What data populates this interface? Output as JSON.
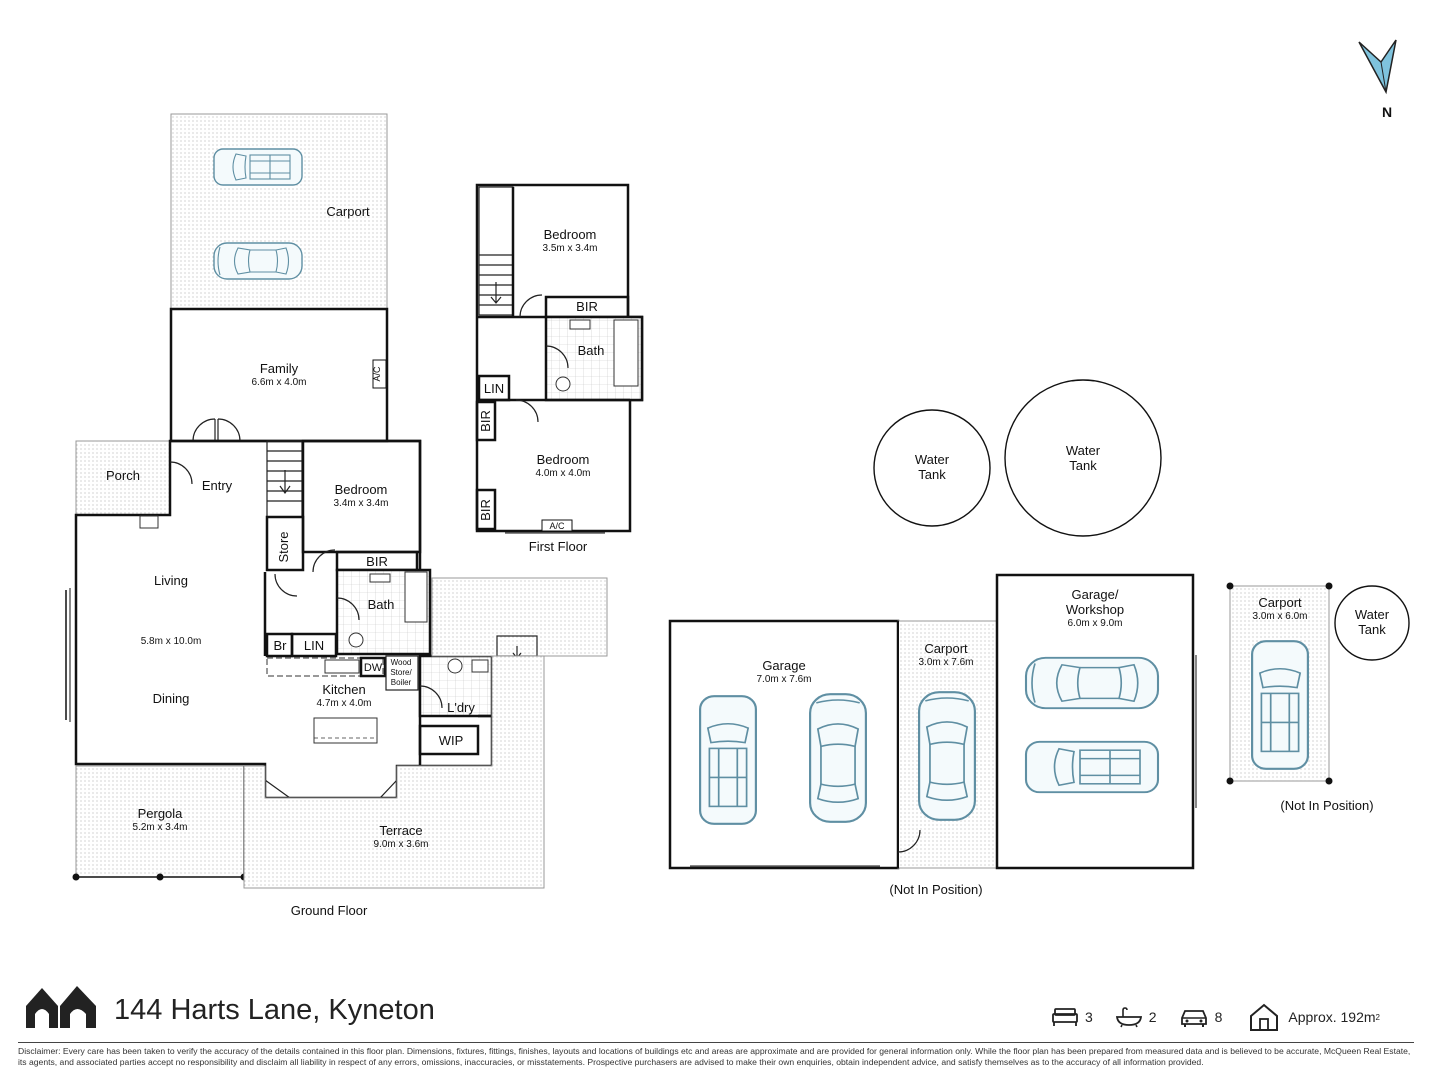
{
  "compass": {
    "label": "N"
  },
  "ground_floor": {
    "caption": "Ground Floor",
    "rooms": {
      "carport": "Carport",
      "family": {
        "name": "Family",
        "size": "6.6m x 4.0m"
      },
      "ac": "A/C",
      "porch": "Porch",
      "entry": "Entry",
      "living": "Living",
      "living_size": "5.8m x 10.0m",
      "dining": "Dining",
      "bedroom": {
        "name": "Bedroom",
        "size": "3.4m x 3.4m"
      },
      "store": "Store",
      "bir": "BIR",
      "bath": "Bath",
      "br": "Br",
      "lin": "LIN",
      "dw": "DW",
      "wood_store_1": "Wood",
      "wood_store_2": "Store/",
      "wood_store_3": "Boiler",
      "kitchen": {
        "name": "Kitchen",
        "size": "4.7m x 4.0m"
      },
      "ldry": "L'dry",
      "wip": "WIP",
      "pergola": {
        "name": "Pergola",
        "size": "5.2m x 3.4m"
      },
      "terrace": {
        "name": "Terrace",
        "size": "9.0m x 3.6m"
      }
    }
  },
  "first_floor": {
    "caption": "First Floor",
    "rooms": {
      "bedroom1": {
        "name": "Bedroom",
        "size": "3.5m x 3.4m"
      },
      "bir1": "BIR",
      "bath": "Bath",
      "lin": "LIN",
      "bir2": "BIR",
      "bedroom2": {
        "name": "Bedroom",
        "size": "4.0m x 4.0m"
      },
      "bir3": "BIR",
      "ac": "A/C"
    }
  },
  "outbuildings": {
    "tank1": [
      "Water",
      "Tank"
    ],
    "tank2": [
      "Water",
      "Tank"
    ],
    "tank3": [
      "Water",
      "Tank"
    ],
    "garage": {
      "name": "Garage",
      "size": "7.0m x 7.6m"
    },
    "carport_mid": {
      "name": "Carport",
      "size": "3.0m x 7.6m"
    },
    "workshop": {
      "name1": "Garage/",
      "name2": "Workshop",
      "size": "6.0m x 9.0m"
    },
    "carport_right": {
      "name": "Carport",
      "size": "3.0m x 6.0m"
    },
    "not_in_position_1": "(Not In Position)",
    "not_in_position_2": "(Not In Position)"
  },
  "footer": {
    "address": "144 Harts Lane, Kyneton",
    "bedrooms": "3",
    "bathrooms": "2",
    "car_spaces": "8",
    "area_label": "Approx. 192m",
    "area_sup": "2",
    "disclaimer": "Disclaimer: Every care has been taken to verify the accuracy of the details contained in this floor plan. Dimensions, fixtures, fittings, finishes, layouts and locations of buildings etc and areas are approximate and are provided for general information only. While the floor plan has been prepared from measured data and is believed to be accurate, McQueen Real Estate, its agents, and associated parties accept no responsibility and disclaim all liability in respect of any errors, omissions, inaccuracies, or misstatements. Prospective purchasers are advised to make their own enquiries, obtain independent advice, and satisfy themselves as to the accuracy of all information provided."
  },
  "colors": {
    "car_outline": "#5f8fa3",
    "compass_fill": "#7fc3dd",
    "wall": "#111111"
  }
}
